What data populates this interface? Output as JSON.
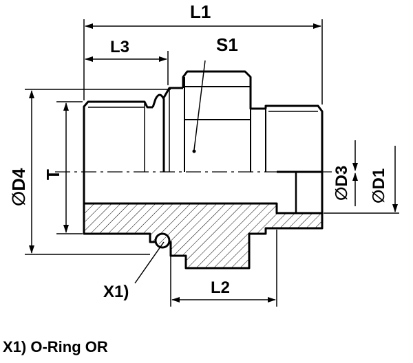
{
  "labels": {
    "overall_length": "L1",
    "thread_length": "L3",
    "hex_size": "S1",
    "outer_diameter": "∅D4",
    "thread": "T",
    "bore_diameter": "∅D3",
    "tube_diameter": "∅D1",
    "oring_callout": "X1)",
    "body_length": "L2"
  },
  "footnote": "X1) O-Ring OR"
}
